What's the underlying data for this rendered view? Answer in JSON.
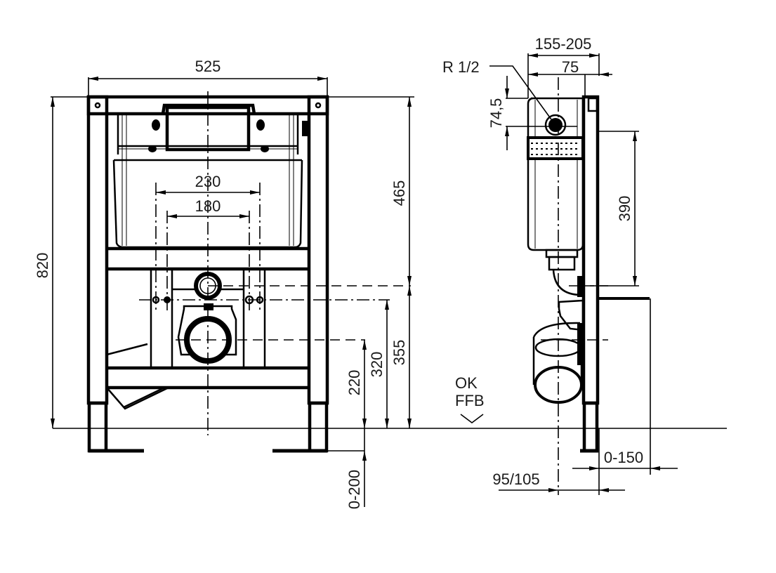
{
  "drawing": {
    "type": "technical-drawing",
    "subject": "WC installation frame (front and side view)",
    "line_color": "#000000",
    "background": "#ffffff"
  },
  "front_view": {
    "dimensions": {
      "frame_width": "525",
      "total_height": "820",
      "tank_height": "465",
      "fixing_distance_outer": "230",
      "fixing_distance_inner": "180",
      "inlet_height": "355",
      "fixing_bolt_height": "320",
      "outlet_height": "220",
      "leg_extension": "0-200"
    }
  },
  "floor_label": {
    "line1": "OK",
    "line2": "FFB"
  },
  "side_view": {
    "dimensions": {
      "depth_range": "155-205",
      "inlet_offset": "75",
      "connection_label": "R 1/2",
      "inlet_from_top": "74,5",
      "flush_height": "390",
      "foot_adjust": "0-150",
      "outlet_offset": "95/105"
    }
  }
}
